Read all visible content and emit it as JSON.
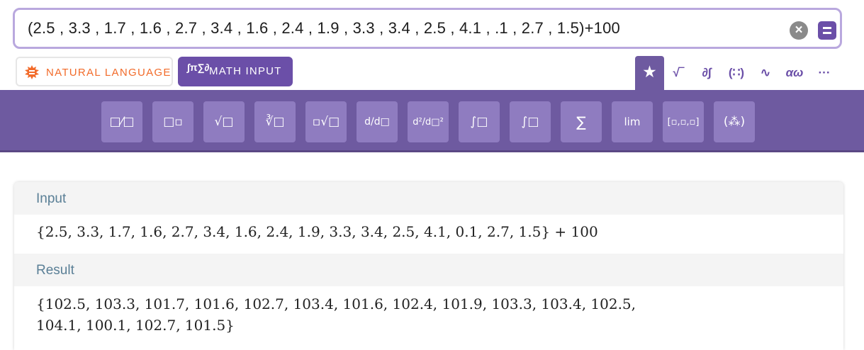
{
  "search": {
    "query": "(2.5 , 3.3 , 1.7 , 1.6 , 2.7 , 3.4 , 1.6 , 2.4 , 1.9 , 3.3 , 3.4 , 2.5 , 4.1 , .1 , 2.7 , 1.5)+100",
    "clear_icon": "×"
  },
  "modes": {
    "natural_language": "NATURAL LANGUAGE",
    "math_input": "MATH INPUT",
    "math_input_icon": "∫π∑∂"
  },
  "palette_tabs": [
    {
      "name": "favorites",
      "glyph": "★"
    },
    {
      "name": "radicals",
      "glyph": "√‾"
    },
    {
      "name": "calculus",
      "glyph": "∂∫"
    },
    {
      "name": "matrices",
      "glyph": "(∷)"
    },
    {
      "name": "functions",
      "glyph": "∿"
    },
    {
      "name": "greek",
      "glyph": "αω"
    },
    {
      "name": "more",
      "glyph": "···"
    }
  ],
  "toolbar": [
    {
      "name": "fraction",
      "glyph": "□⁄□"
    },
    {
      "name": "power",
      "glyph": "□▫"
    },
    {
      "name": "sqrt",
      "glyph": "√□"
    },
    {
      "name": "cube-root",
      "glyph": "∛□"
    },
    {
      "name": "nth-root",
      "glyph": "▫√□"
    },
    {
      "name": "derivative",
      "glyph": "d/d□"
    },
    {
      "name": "second-derivative",
      "glyph": "d²/d□²"
    },
    {
      "name": "integral",
      "glyph": "∫□"
    },
    {
      "name": "definite-integral",
      "glyph": "∫□"
    },
    {
      "name": "sum",
      "glyph": "∑"
    },
    {
      "name": "limit",
      "glyph": "lim"
    },
    {
      "name": "list",
      "glyph": "[▫,▫,▫]"
    },
    {
      "name": "matrix",
      "glyph": "(⁂)"
    }
  ],
  "pods": {
    "input_title": "Input",
    "input_value": "{2.5, 3.3, 1.7, 1.6, 2.7, 3.4, 1.6, 2.4, 1.9, 3.3, 3.4, 2.5, 4.1, 0.1, 2.7, 1.5} + 100",
    "result_title": "Result",
    "result_line1": "{102.5, 103.3, 101.7, 101.6, 102.7, 103.4, 101.6, 102.4, 101.9, 103.3, 103.4, 102.5,",
    "result_line2": "104.1, 100.1, 102.7, 101.5}"
  },
  "colors": {
    "accent": "#6b4fa8",
    "toolbar": "#6e5aa0",
    "natural_language": "#f26b2a"
  }
}
